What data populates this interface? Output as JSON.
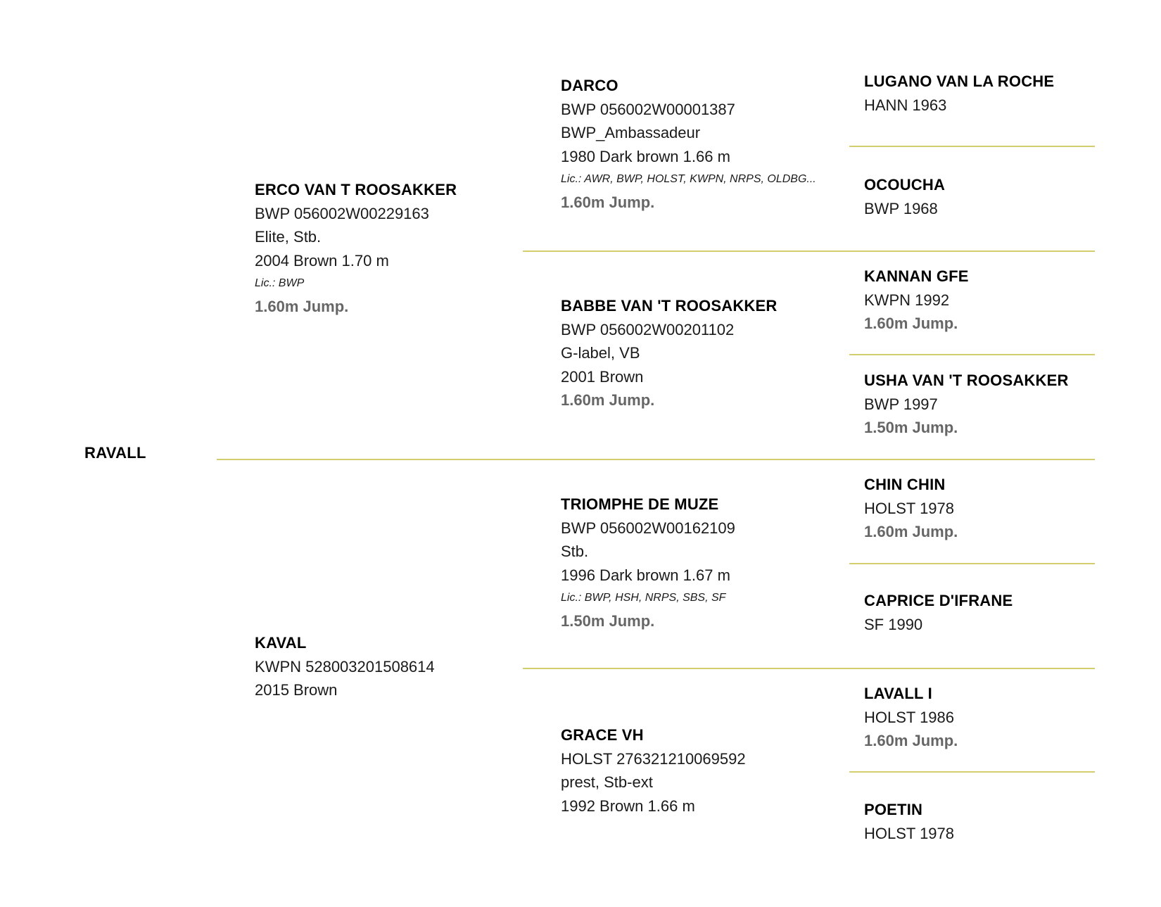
{
  "subject": {
    "name": "RAVALL"
  },
  "sire": {
    "name": "ERCO VAN T ROOSAKKER",
    "registration": "BWP 056002W00229163",
    "predicates": "Elite, Stb.",
    "details": "2004 Brown 1.70 m",
    "licences": "Lic.: BWP",
    "performance": "1.60m Jump."
  },
  "dam": {
    "name": "KAVAL",
    "registration": "KWPN 528003201508614",
    "details": "2015 Brown"
  },
  "sire_sire": {
    "name": "DARCO",
    "registration": "BWP 056002W00001387",
    "predicates": "BWP_Ambassadeur",
    "details": "1980 Dark brown 1.66 m",
    "licences": "Lic.: AWR, BWP, HOLST, KWPN, NRPS, OLDBG...",
    "performance": "1.60m Jump."
  },
  "sire_dam": {
    "name": "BABBE VAN 'T ROOSAKKER",
    "registration": "BWP 056002W00201102",
    "predicates": "G-label, VB",
    "details": "2001 Brown",
    "performance": "1.60m Jump."
  },
  "dam_sire": {
    "name": "TRIOMPHE DE MUZE",
    "registration": "BWP 056002W00162109",
    "predicates": "Stb.",
    "details": "1996 Dark brown 1.67 m",
    "licences": "Lic.: BWP, HSH, NRPS, SBS, SF",
    "performance": "1.50m Jump."
  },
  "dam_dam": {
    "name": "GRACE VH",
    "registration": "HOLST 276321210069592",
    "predicates": "prest, Stb-ext",
    "details": "1992 Brown 1.66 m"
  },
  "great_grandparents": [
    {
      "name": "LUGANO VAN LA ROCHE",
      "studbook_year": "HANN 1963"
    },
    {
      "name": "OCOUCHA",
      "studbook_year": "BWP 1968"
    },
    {
      "name": "KANNAN GFE",
      "studbook_year": "KWPN 1992",
      "performance": "1.60m Jump."
    },
    {
      "name": "USHA VAN 'T ROOSAKKER",
      "studbook_year": "BWP 1997",
      "performance": "1.50m Jump."
    },
    {
      "name": "CHIN CHIN",
      "studbook_year": "HOLST 1978",
      "performance": "1.60m Jump."
    },
    {
      "name": "CAPRICE D'IFRANE",
      "studbook_year": "SF 1990"
    },
    {
      "name": "LAVALL I",
      "studbook_year": "HOLST 1986",
      "performance": "1.60m Jump."
    },
    {
      "name": "POETIN",
      "studbook_year": "HOLST 1978"
    }
  ],
  "colors": {
    "divider": "#d4cd6e",
    "performance_text": "#666666"
  }
}
